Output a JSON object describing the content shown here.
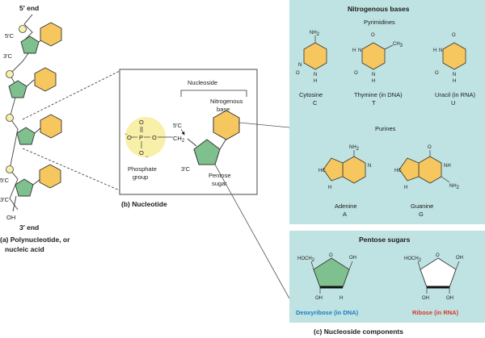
{
  "colors": {
    "panel_bg": "#bfe3e2",
    "base_fill": "#f6c75e",
    "sugar_fill": "#7fc18e",
    "phosphate_fill": "#f8f0a8",
    "dna_label": "#1d7bbf",
    "rna_label": "#d8352b"
  },
  "polynucleotide": {
    "five_end": "5′ end",
    "three_end": "3′ end",
    "carbon5_a": "5′C",
    "carbon3_a": "3′C",
    "carbon5_b": "5′C",
    "carbon3_b": "3′C",
    "oh": "OH",
    "caption_line1": "(a) Polynucleotide, or",
    "caption_line2": "nucleic acid"
  },
  "nucleotide": {
    "nucleoside": "Nucleoside",
    "nitrogenous_base_line1": "Nitrogenous",
    "nitrogenous_base_line2": "base",
    "phosphate_group_line1": "Phosphate",
    "phosphate_group_line2": "group",
    "pentose_sugar_line1": "Pentose",
    "pentose_sugar_line2": "sugar",
    "carbon5": "5′C",
    "carbon3": "3′C",
    "ch2": "CH",
    "ch2_sub": "2",
    "o_minus": "O",
    "p": "P",
    "caption": "(b) Nucleotide"
  },
  "bases": {
    "title": "Nitrogenous bases",
    "pyrimidines": "Pyrimidines",
    "purines": "Purines",
    "cytosine": {
      "name": "Cytosine",
      "letter": "C",
      "group": "NH",
      "group_sub": "2"
    },
    "thymine": {
      "name": "Thymine (in DNA)",
      "letter": "T",
      "group": "CH",
      "group_sub": "3"
    },
    "uracil": {
      "name": "Uracil (in RNA)",
      "letter": "U"
    },
    "adenine": {
      "name": "Adenine",
      "letter": "A",
      "group": "NH",
      "group_sub": "2"
    },
    "guanine": {
      "name": "Guanine",
      "letter": "G",
      "group": "NH",
      "group_sub": "2"
    }
  },
  "sugars": {
    "title": "Pentose sugars",
    "deoxyribose": "Deoxyribose (in DNA)",
    "ribose": "Ribose (in RNA)",
    "hoch2": "HOCH",
    "hoch2_sub": "2",
    "oh": "OH"
  },
  "caption_c": "(c) Nucleoside components"
}
